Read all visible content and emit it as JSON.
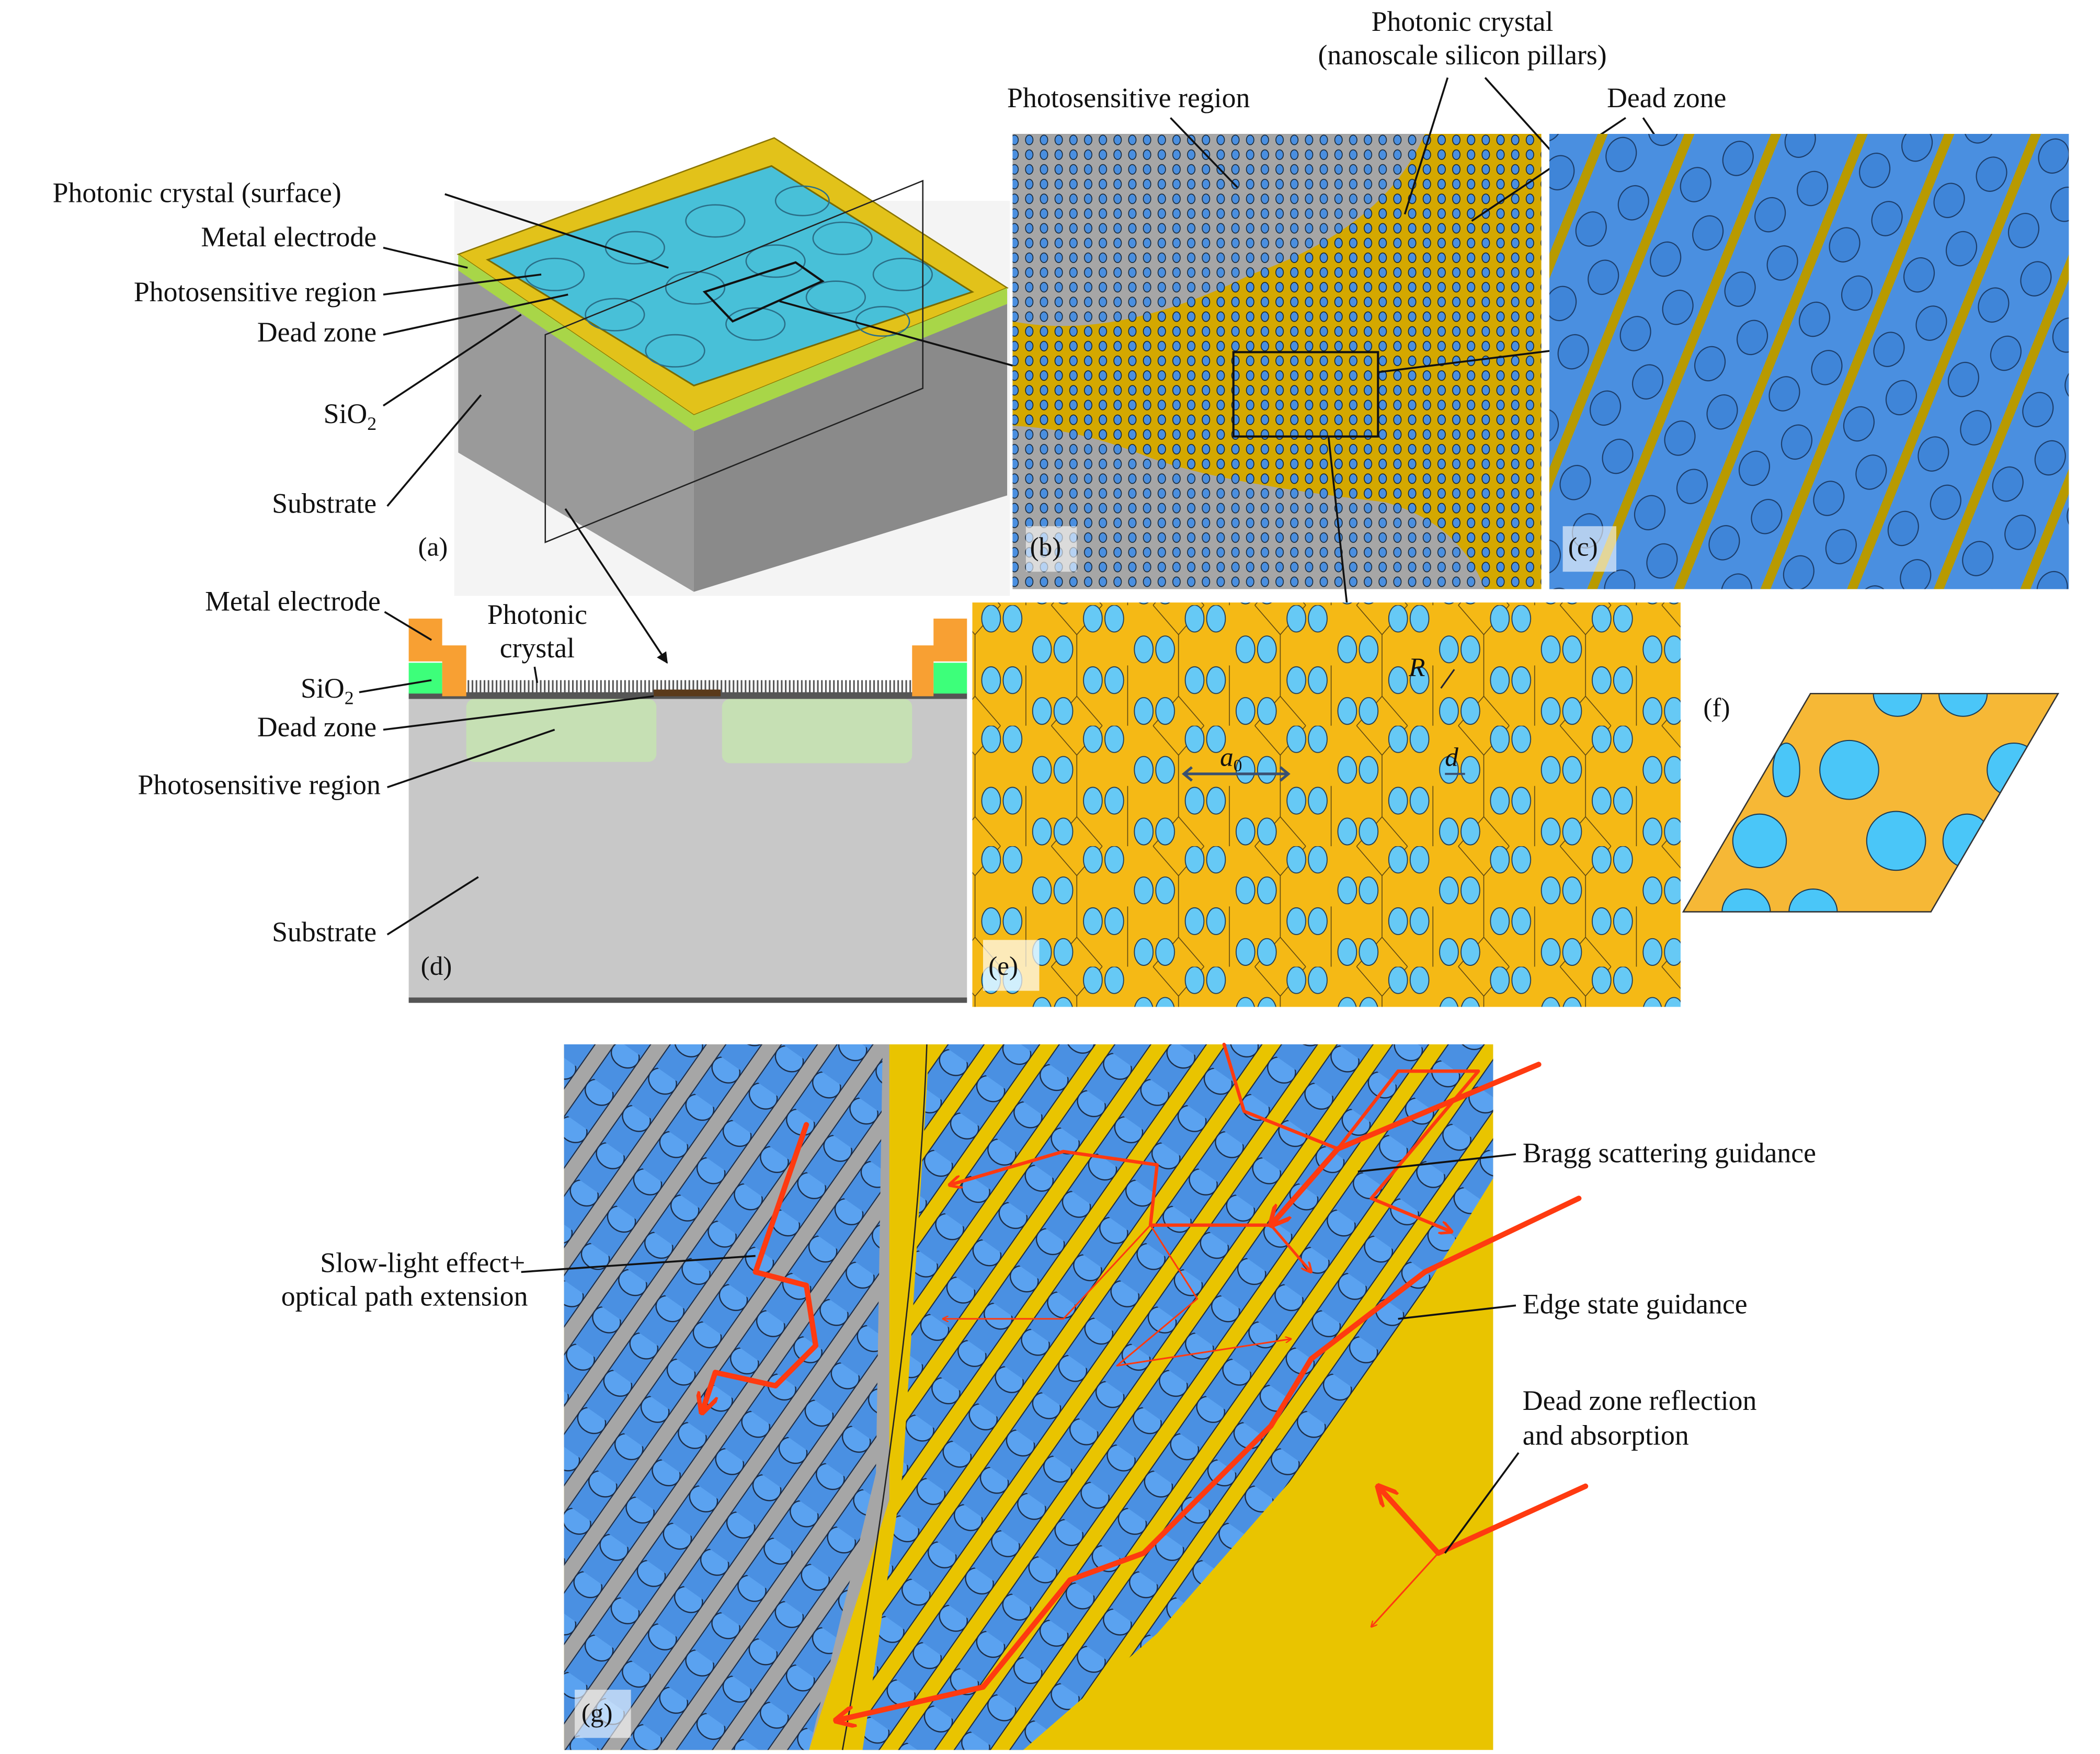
{
  "colors": {
    "gold": "#e9c400",
    "yellow_lattice": "#f5b915",
    "pillar_blue": "#4a8fe0",
    "light_blue": "#59c8f5",
    "substrate_gray": "#c8c8c8",
    "photosensitive_green": "#c6e0b4",
    "sio2_green": "#3dff7a",
    "electrode_orange": "#f8a033",
    "arrow_red": "#ff3a10"
  },
  "panel_a": {
    "tag": "(a)",
    "labels": {
      "photonic_crystal_surface": "Photonic crystal (surface)",
      "metal_electrode": "Metal electrode",
      "photosensitive_region": "Photosensitive region",
      "dead_zone": "Dead zone",
      "sio2": {
        "base": "SiO",
        "sub": "2"
      },
      "substrate": "Substrate"
    }
  },
  "panel_b": {
    "tag": "(b)",
    "labels": {
      "photosensitive_region": "Photosensitive region",
      "photonic_crystal_line1": "Photonic crystal",
      "photonic_crystal_line2": "(nanoscale silicon pillars)",
      "dead_zone": "Dead zone"
    }
  },
  "panel_c": {
    "tag": "(c)"
  },
  "panel_d": {
    "tag": "(d)",
    "labels": {
      "metal_electrode": "Metal electrode",
      "photonic_crystal_line1": "Photonic",
      "photonic_crystal_line2": "crystal",
      "sio2": {
        "base": "SiO",
        "sub": "2"
      },
      "dead_zone": "Dead zone",
      "photosensitive_region": "Photosensitive region",
      "substrate": "Substrate"
    }
  },
  "panel_e": {
    "tag": "(e)",
    "symbols": {
      "R": "R",
      "a0": {
        "base": "a",
        "sub": "0"
      },
      "d": "d"
    }
  },
  "panel_f": {
    "tag": "(f)"
  },
  "panel_g": {
    "tag": "(g)",
    "labels": {
      "bragg": "Bragg scattering guidance",
      "slow_light_line1": "Slow-light effect+",
      "slow_light_line2": "optical path extension",
      "edge_state": "Edge state guidance",
      "dead_zone_line1": "Dead zone reflection",
      "dead_zone_line2": "and absorption"
    }
  }
}
